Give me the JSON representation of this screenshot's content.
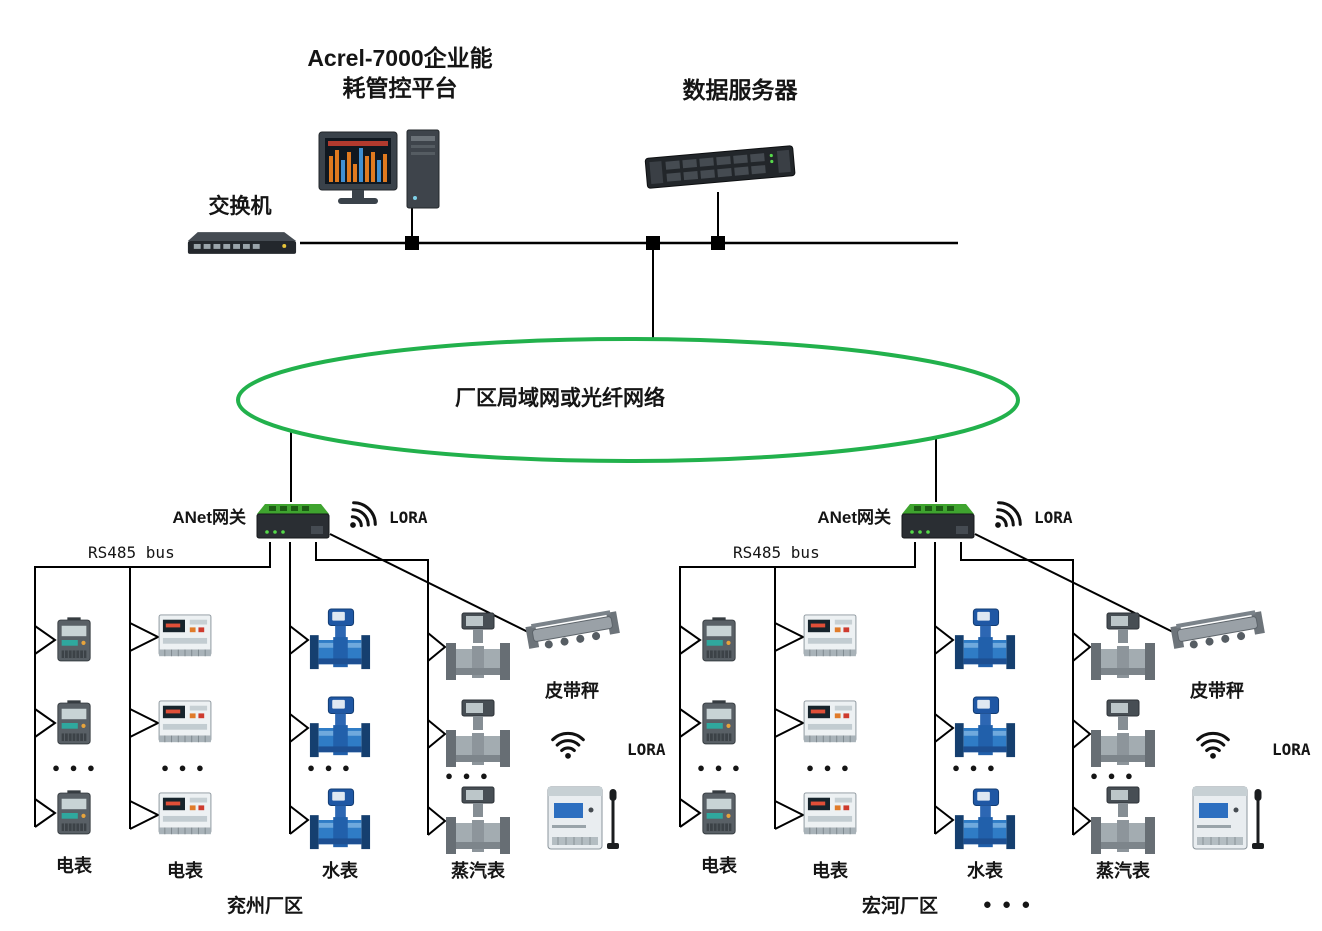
{
  "diagram": {
    "title_line1": "Acrel-7000企业能",
    "title_line2": "耗管控平台",
    "data_server_label": "数据服务器",
    "switch_label": "交换机",
    "network_label": "厂区局域网或光纤网络",
    "ellipsis": "● ● ●"
  },
  "colors": {
    "network_ring": "#22b14c",
    "line": "#000000"
  },
  "sites": [
    {
      "name": "兖州厂区",
      "gateway_label": "ANet网关",
      "lora_label": "LORA",
      "bus_label": "RS485 bus",
      "meter_label_1": "电表",
      "meter_label_2": "电表",
      "water_label": "水表",
      "steam_label": "蒸汽表",
      "belt_label": "皮带秤",
      "lora_device_label": "LORA"
    },
    {
      "name": "宏河厂区",
      "gateway_label": "ANet网关",
      "lora_label": "LORA",
      "bus_label": "RS485 bus",
      "meter_label_1": "电表",
      "meter_label_2": "电表",
      "water_label": "水表",
      "steam_label": "蒸汽表",
      "belt_label": "皮带秤",
      "lora_device_label": "LORA"
    }
  ]
}
